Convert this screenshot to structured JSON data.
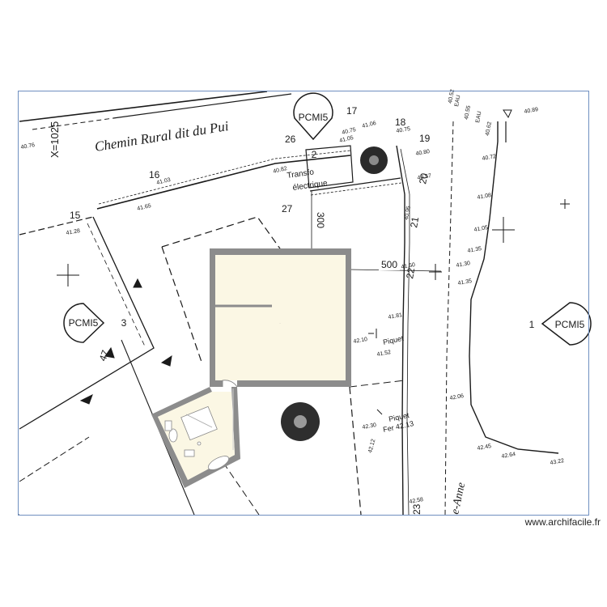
{
  "road_name": "Chemin Rural dit du Pui",
  "road_name_2": "e-Anne",
  "coord_label": "X=1025",
  "pcmi_label": "PCMI5",
  "pcmi_numbers": {
    "top": "2",
    "left": "3",
    "right": "1"
  },
  "transfo_label_1": "Transfo",
  "transfo_label_2": "électrique",
  "dimensions": {
    "d300": "300",
    "d500": "500"
  },
  "piquet_labels": {
    "piquet1": "Piquet",
    "piquet2": "Piquet",
    "fer": "Fer 42.13",
    "piquet1_alt": "41.50"
  },
  "point_numbers": {
    "p15": "15",
    "p16": "16",
    "p17": "17",
    "p18": "18",
    "p19": "19",
    "p20": "20",
    "p21": "21",
    "p22": "22",
    "p23": "23",
    "p26": "26",
    "p27": "27",
    "p47": "47"
  },
  "elevations": {
    "e1": "40.76",
    "e2": "41.28",
    "e3": "41.03",
    "e4": "41.65",
    "e5": "40.82",
    "e6": "41.05",
    "e7": "40.75",
    "e8": "41.06",
    "e9": "40.75",
    "e10": "40.80",
    "e11": "40.57",
    "e12": "40.95",
    "e13": "41.50",
    "e14": "41.81",
    "e15": "42.10",
    "e16": "42.30",
    "e17": "42.12",
    "e18": "42.58",
    "e19": "40.52",
    "e20": "40.55",
    "e21": "40.62",
    "e22": "40.72",
    "e23": "41.08",
    "e24": "41.05",
    "e25": "41.35",
    "e26": "41.30",
    "e27": "41.35",
    "e28": "42.06",
    "e29": "42.45",
    "e30": "42.64",
    "e31": "43.22",
    "e32": "40.89",
    "e33": "EAU",
    "e34": "EAU",
    "e35": "41.52"
  },
  "room_label": "...",
  "footer": "www.archifacile.fr",
  "colors": {
    "room_fill": "#fbf7e4",
    "wall": "#8c8c8c",
    "frame": "#6f8fc0",
    "ink": "#1a1a1a"
  }
}
